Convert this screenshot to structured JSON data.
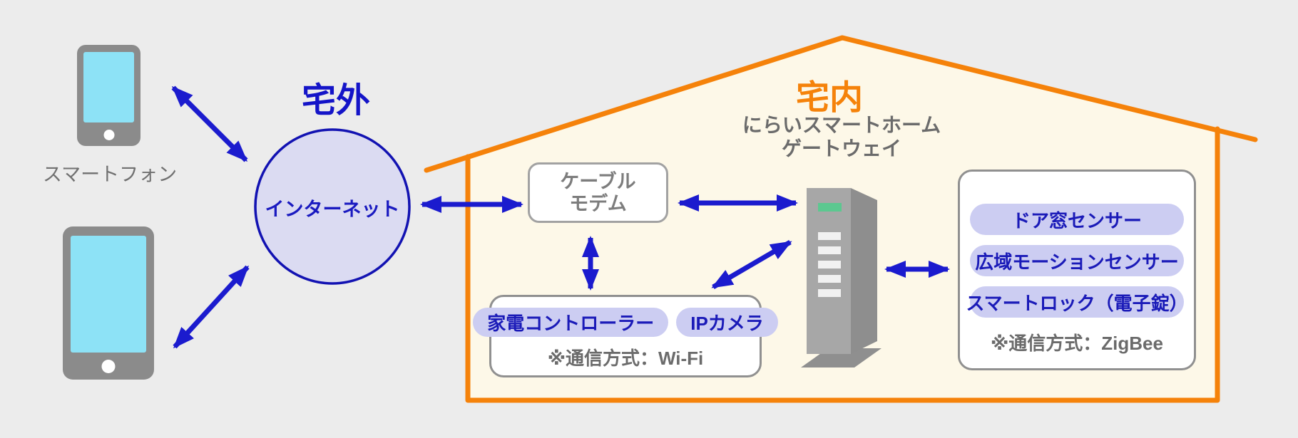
{
  "outside": {
    "zone_label": "宅外",
    "smartphone_label": "スマートフォン",
    "internet_label": "インターネット"
  },
  "house": {
    "zone_label": "宅内",
    "gateway_title": {
      "line1": "にらいスマートホーム",
      "line2": "ゲートウェイ"
    },
    "modem": {
      "line1": "ケーブル",
      "line2": "モデム"
    },
    "wifi_group": {
      "devices": [
        "家電コントローラー",
        "IPカメラ"
      ],
      "note": "※通信方式：Wi-Fi"
    },
    "zigbee_group": {
      "devices": [
        "ドア窓センサー",
        "広域モーションセンサー",
        "スマートロック（電子錠）"
      ],
      "note": "※通信方式：ZigBee"
    }
  },
  "colors": {
    "background": "#ececec",
    "arrow_blue": "#1b1bce",
    "outside_text_blue": "#1414c8",
    "internet_fill": "#dbdbf2",
    "internet_border": "#1212b2",
    "house_orange": "#f5820a",
    "house_fill": "#fdf8e8",
    "pill_fill": "#cccdf2",
    "pill_text": "#1a1ab8",
    "gray_text": "#6b6b6b",
    "device_gray": "#8b8b8b",
    "screen_blue": "#8de2f6",
    "gateway_green": "#5cc890"
  }
}
